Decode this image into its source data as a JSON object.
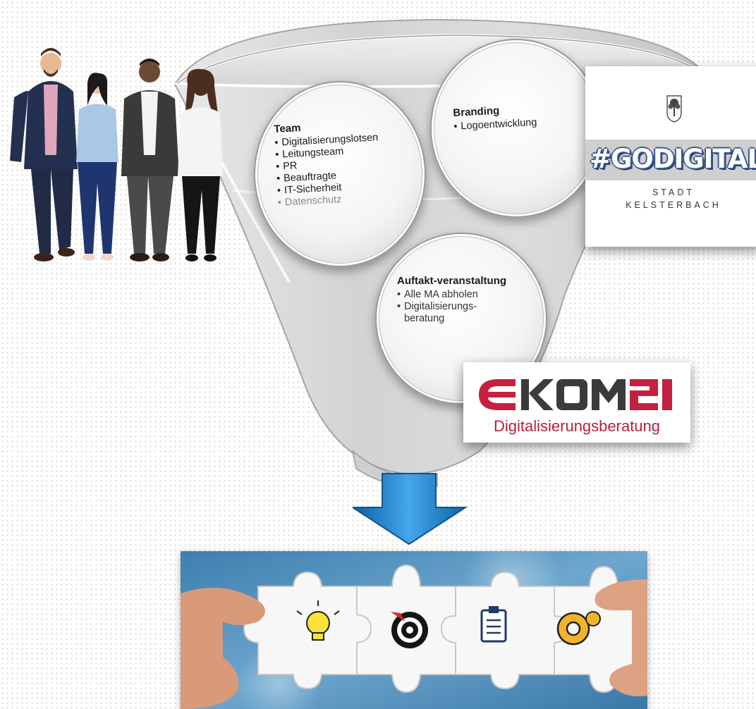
{
  "funnel": {
    "team": {
      "title": "Team",
      "items": [
        "Digitalisierungslotsen",
        "Leitungsteam",
        "PR",
        "Beauftragte",
        "IT-Sicherheit",
        "Datenschutz"
      ]
    },
    "branding": {
      "title": "Branding",
      "items": [
        "Logoentwicklung"
      ]
    },
    "auftakt": {
      "title": "Auftakt-veranstaltung",
      "items": [
        "Alle MA abholen",
        "Digitalisierungs-beratung"
      ]
    }
  },
  "godigital_logo": {
    "hashtag": "#GODIGITAL",
    "line1": "STADT",
    "line2": "KELSTERBACH",
    "accent_color": "#3d5a93"
  },
  "ekom_logo": {
    "wordmark": "EKOM21",
    "subtitle": "Digitalisierungsberatung",
    "brand_color": "#c4203f"
  },
  "colors": {
    "arrow": "#1f86d4",
    "puzzle_background": "#4b8db8",
    "people_dark": "#2a2e3a"
  },
  "puzzle_icons": [
    "lightbulb-icon",
    "target-icon",
    "clipboard-icon",
    "gear-icon"
  ]
}
